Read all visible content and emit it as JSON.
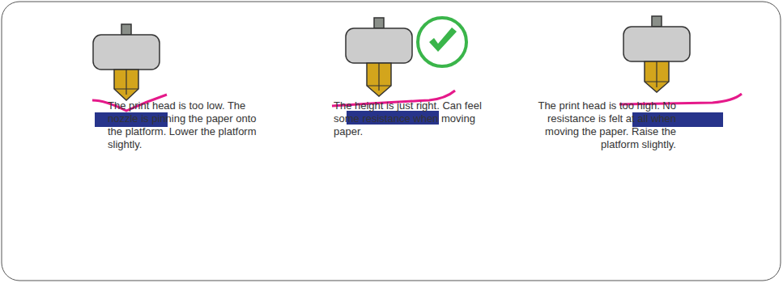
{
  "diagram": {
    "labels": [
      "The print head is too low. The nozzle is pinning the paper onto the platform. Lower the platform slightly.",
      "The height is just right. Can feel some resistance when moving paper.",
      "The print head is too high. No resistance is felt at all when moving the paper. Raise the platform slightly."
    ]
  }
}
